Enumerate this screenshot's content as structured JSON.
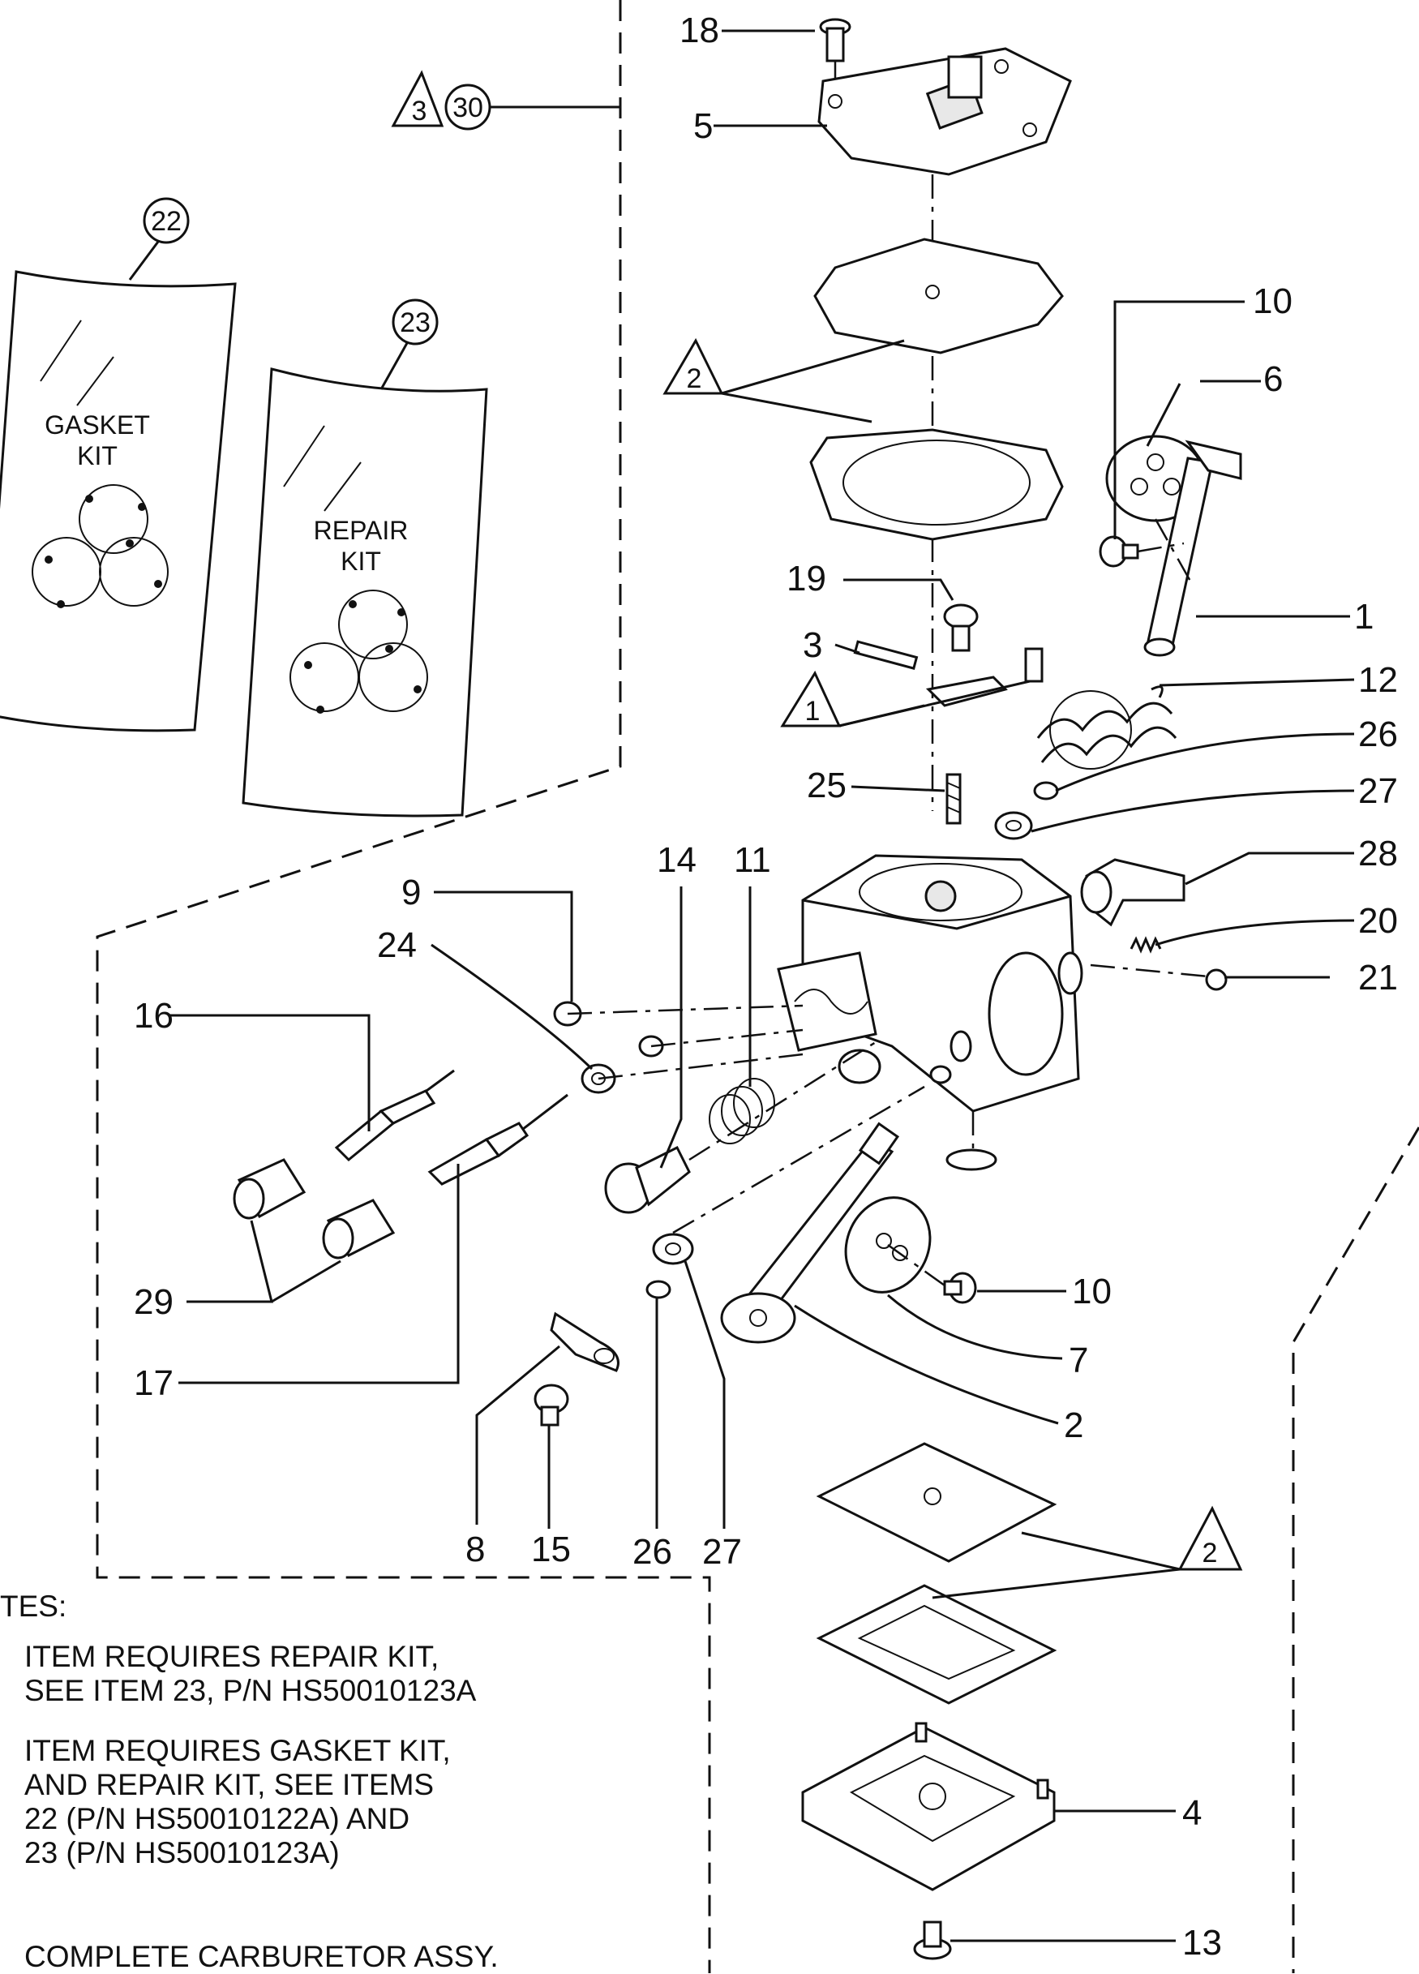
{
  "callouts": {
    "n18": "18",
    "n5": "5",
    "n10a": "10",
    "n6": "6",
    "n1": "1",
    "n12": "12",
    "n26a": "26",
    "n27a": "27",
    "n28": "28",
    "n20": "20",
    "n21": "21",
    "n19": "19",
    "n3": "3",
    "n25": "25",
    "n14": "14",
    "n11": "11",
    "n9": "9",
    "n24": "24",
    "n16": "16",
    "n29": "29",
    "n17": "17",
    "n10b": "10",
    "n7": "7",
    "n2": "2",
    "n8": "8",
    "n15": "15",
    "n26b": "26",
    "n27b": "27",
    "n4": "4",
    "n13": "13",
    "n22": "22",
    "n23": "23",
    "n30": "30"
  },
  "triangles": {
    "t3": "3",
    "t2a": "2",
    "t1": "1",
    "t2b": "2"
  },
  "gasket_kit": {
    "line1": "GASKET",
    "line2": "KIT"
  },
  "repair_kit": {
    "line1": "REPAIR",
    "line2": "KIT"
  },
  "notes": {
    "heading": "TES:",
    "note1_line1": "ITEM REQUIRES REPAIR KIT,",
    "note1_line2": "SEE ITEM 23, P/N HS50010123A",
    "note2_line1": "ITEM REQUIRES GASKET KIT,",
    "note2_line2": "AND REPAIR KIT, SEE ITEMS",
    "note2_line3": "22 (P/N HS50010122A) AND",
    "note2_line4": "23 (P/N HS50010123A)",
    "note3_line1": "COMPLETE CARBURETOR ASSY."
  }
}
